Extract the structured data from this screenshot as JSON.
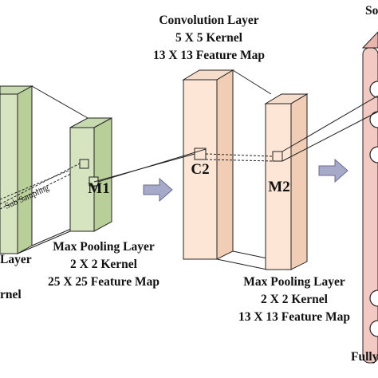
{
  "conv_block": {
    "title": "Convolution Layer",
    "kernel": "5 X 5 Kernel",
    "feature_map": "13 X 13 Feature Map",
    "c2_label": "C2",
    "m2_label": "M2"
  },
  "pool_block_1": {
    "title": "Max Pooling Layer",
    "kernel": "2 X 2 Kernel",
    "feature_map": "25 X 25 Feature Map",
    "m1_label": "M1"
  },
  "pool_block_2": {
    "title": "Max Pooling Layer",
    "kernel": "2 X 2 Kernel",
    "feature_map": "13 X 13 Feature Map"
  },
  "left_fragment": {
    "sub_sampling": "Sub Sampling",
    "cut_layer": "Layer",
    "cut_kernel": "rnel"
  },
  "right_fragment": {
    "top_cut": "So",
    "bottom_cut": "Fully"
  },
  "colors": {
    "green_front": "#d6e4c0",
    "green_side": "#b9cf9a",
    "peach_front": "#fde6d6",
    "peach_side": "#f0cdb4",
    "pink_layer": "#f2c9c3",
    "arrow_gray": "#a7a9c9"
  }
}
